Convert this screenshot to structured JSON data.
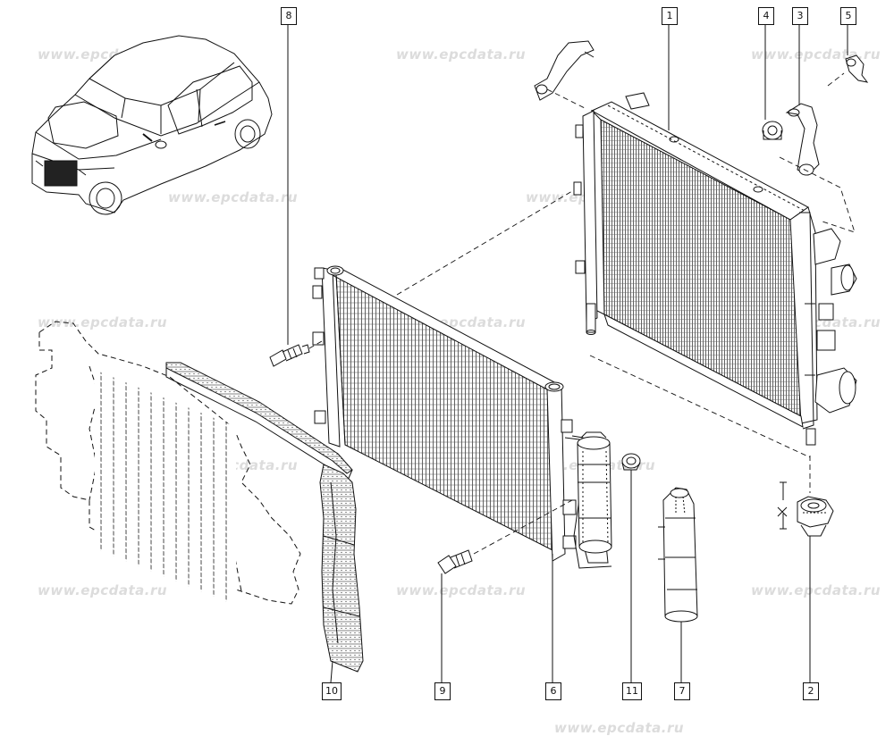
{
  "watermark": "www.epcdata.ru",
  "callouts": [
    "1",
    "2",
    "3",
    "4",
    "5",
    "6",
    "7",
    "8",
    "9",
    "10",
    "11"
  ],
  "colors": {
    "line": "#111111",
    "watermark": "#dcdcdc",
    "background": "#ffffff"
  }
}
